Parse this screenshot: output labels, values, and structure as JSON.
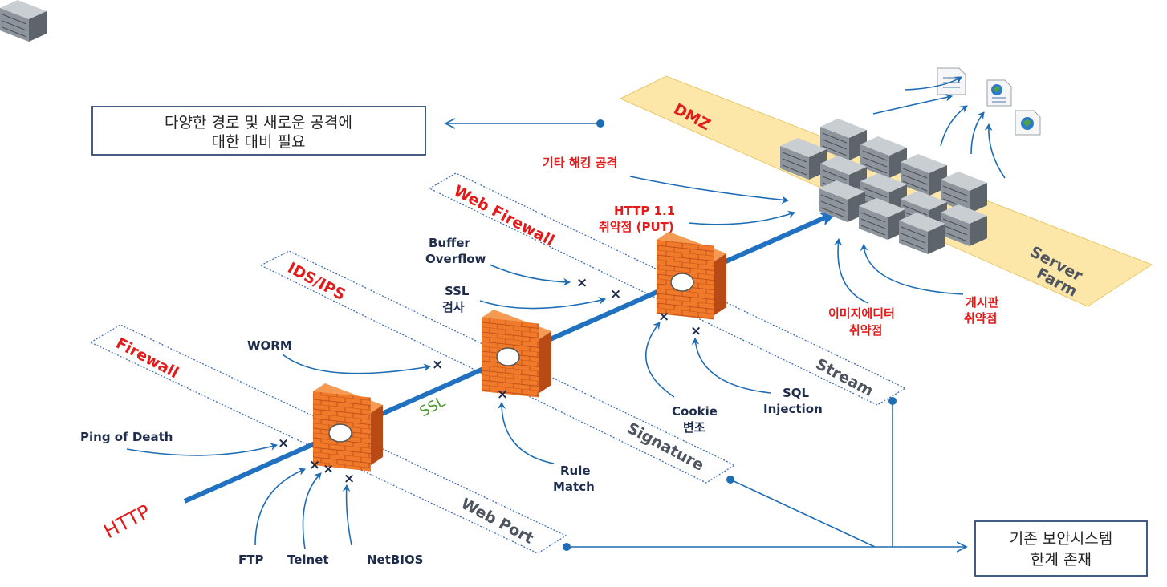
{
  "box_top": {
    "line1": "다양한 경로 및 새로운 공격에",
    "line2": "대한 대비 필요"
  },
  "box_bottom": {
    "line1": "기존 보안시스템",
    "line2": "한계 존재"
  },
  "zones": {
    "dmz": "DMZ",
    "server_farm_1": "Server",
    "server_farm_2": "Farm"
  },
  "layers": {
    "firewall": "Firewall",
    "ids_ips": "IDS/IPS",
    "web_firewall": "Web Firewall",
    "web_port": "Web Port",
    "signature": "Signature",
    "stream": "Stream"
  },
  "protocols": {
    "http": "HTTP",
    "ssl": "SSL"
  },
  "attacks": {
    "ping_of_death": "Ping of Death",
    "ftp": "FTP",
    "telnet": "Telnet",
    "netbios": "NetBIOS",
    "worm": "WORM",
    "rule_match_1": "Rule",
    "rule_match_2": "Match",
    "ssl_1": "SSL",
    "ssl_2": "검사",
    "buffer_1": "Buffer",
    "buffer_2": "Overflow",
    "cookie_1": "Cookie",
    "cookie_2": "변조",
    "sql_1": "SQL",
    "sql_2": "Injection",
    "http11_1": "HTTP 1.1",
    "http11_2": "취약점 (PUT)",
    "other_hacking": "기타 해킹 공격",
    "image_editor_1": "이미지에디터",
    "image_editor_2": "취약점",
    "board_1": "게시판",
    "board_2": "취약점"
  },
  "x_mark": "×",
  "colors": {
    "arrow": "#1e6cb3",
    "main_arrow": "#2171c1",
    "red": "#e31b1b",
    "dark_text": "#1f2d4d",
    "dmz_fill": "#fde7a8",
    "firewall": "#f07a2a"
  }
}
